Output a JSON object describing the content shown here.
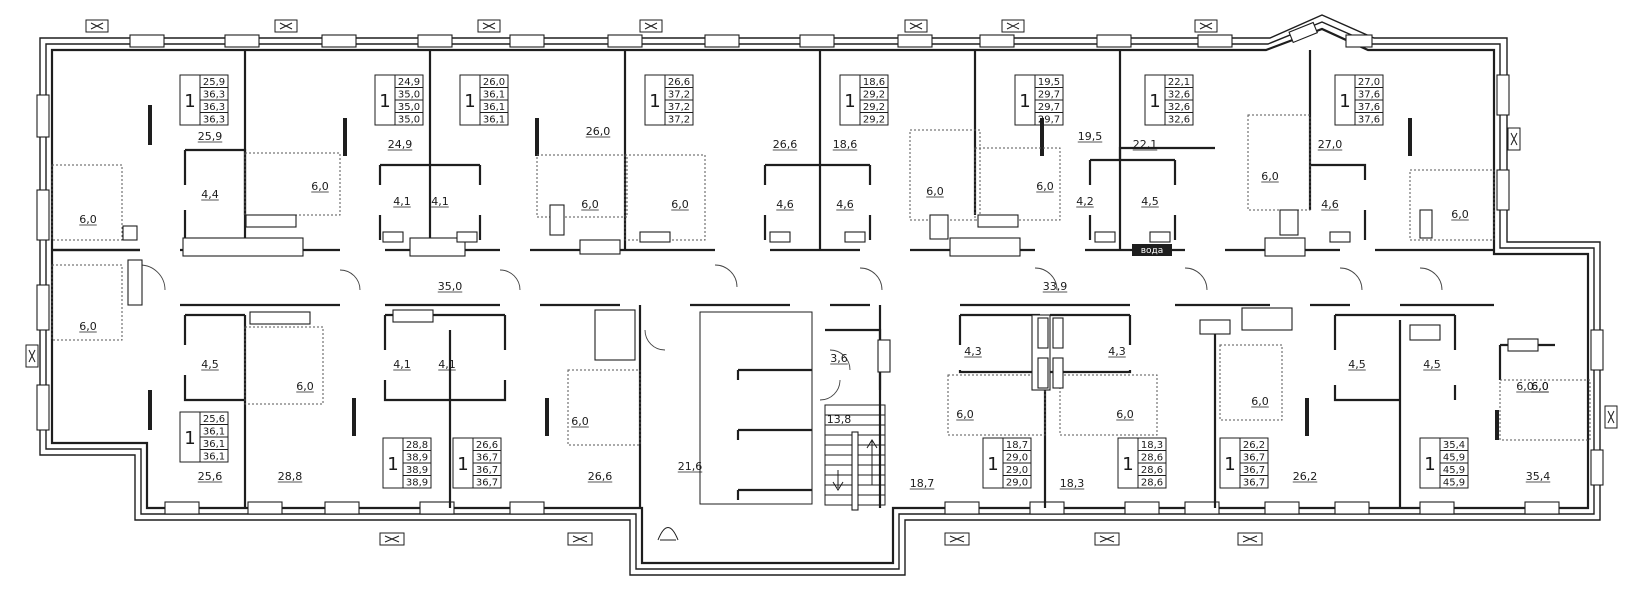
{
  "plan": {
    "apartments": [
      {
        "rooms": "1",
        "values": [
          "25,9",
          "36,3",
          "36,3",
          "36,3"
        ]
      },
      {
        "rooms": "1",
        "values": [
          "24,9",
          "35,0",
          "35,0",
          "35,0"
        ]
      },
      {
        "rooms": "1",
        "values": [
          "26,0",
          "36,1",
          "36,1",
          "36,1"
        ]
      },
      {
        "rooms": "1",
        "values": [
          "26,6",
          "37,2",
          "37,2",
          "37,2"
        ]
      },
      {
        "rooms": "1",
        "values": [
          "18,6",
          "29,2",
          "29,2",
          "29,2"
        ]
      },
      {
        "rooms": "1",
        "values": [
          "19,5",
          "29,7",
          "29,7",
          "29,7"
        ]
      },
      {
        "rooms": "1",
        "values": [
          "22,1",
          "32,6",
          "32,6",
          "32,6"
        ]
      },
      {
        "rooms": "1",
        "values": [
          "27,0",
          "37,6",
          "37,6",
          "37,6"
        ]
      },
      {
        "rooms": "1",
        "values": [
          "25,6",
          "36,1",
          "36,1",
          "36,1"
        ]
      },
      {
        "rooms": "1",
        "values": [
          "28,8",
          "38,9",
          "38,9",
          "38,9"
        ]
      },
      {
        "rooms": "1",
        "values": [
          "26,6",
          "36,7",
          "36,7",
          "36,7"
        ]
      },
      {
        "rooms": "1",
        "values": [
          "18,7",
          "29,0",
          "29,0",
          "29,0"
        ]
      },
      {
        "rooms": "1",
        "values": [
          "18,3",
          "28,6",
          "28,6",
          "28,6"
        ]
      },
      {
        "rooms": "1",
        "values": [
          "26,2",
          "36,7",
          "36,7",
          "36,7"
        ]
      },
      {
        "rooms": "1",
        "values": [
          "35,4",
          "45,9",
          "45,9",
          "45,9"
        ]
      }
    ],
    "room_areas": [
      "25,9",
      "24,9",
      "26,0",
      "26,6",
      "18,6",
      "19,5",
      "22,1",
      "27,0",
      "6,0",
      "6,0",
      "6,0",
      "6,0",
      "6,0",
      "6,0",
      "6,0",
      "6,0",
      "6,0",
      "4,4",
      "4,1",
      "4,1",
      "4,6",
      "4,6",
      "4,2",
      "4,5",
      "4,6",
      "6,0",
      "6,0",
      "6,0",
      "6,0",
      "6,0",
      "6,0",
      "6,0",
      "6,0",
      "4,5",
      "4,1",
      "4,1",
      "4,3",
      "4,3",
      "4,5",
      "4,5",
      "25,6",
      "28,8",
      "26,6",
      "21,6",
      "18,7",
      "18,3",
      "26,2",
      "35,4",
      "35,0",
      "33,9",
      "3,6",
      "13,8"
    ],
    "water_label": "вода"
  }
}
